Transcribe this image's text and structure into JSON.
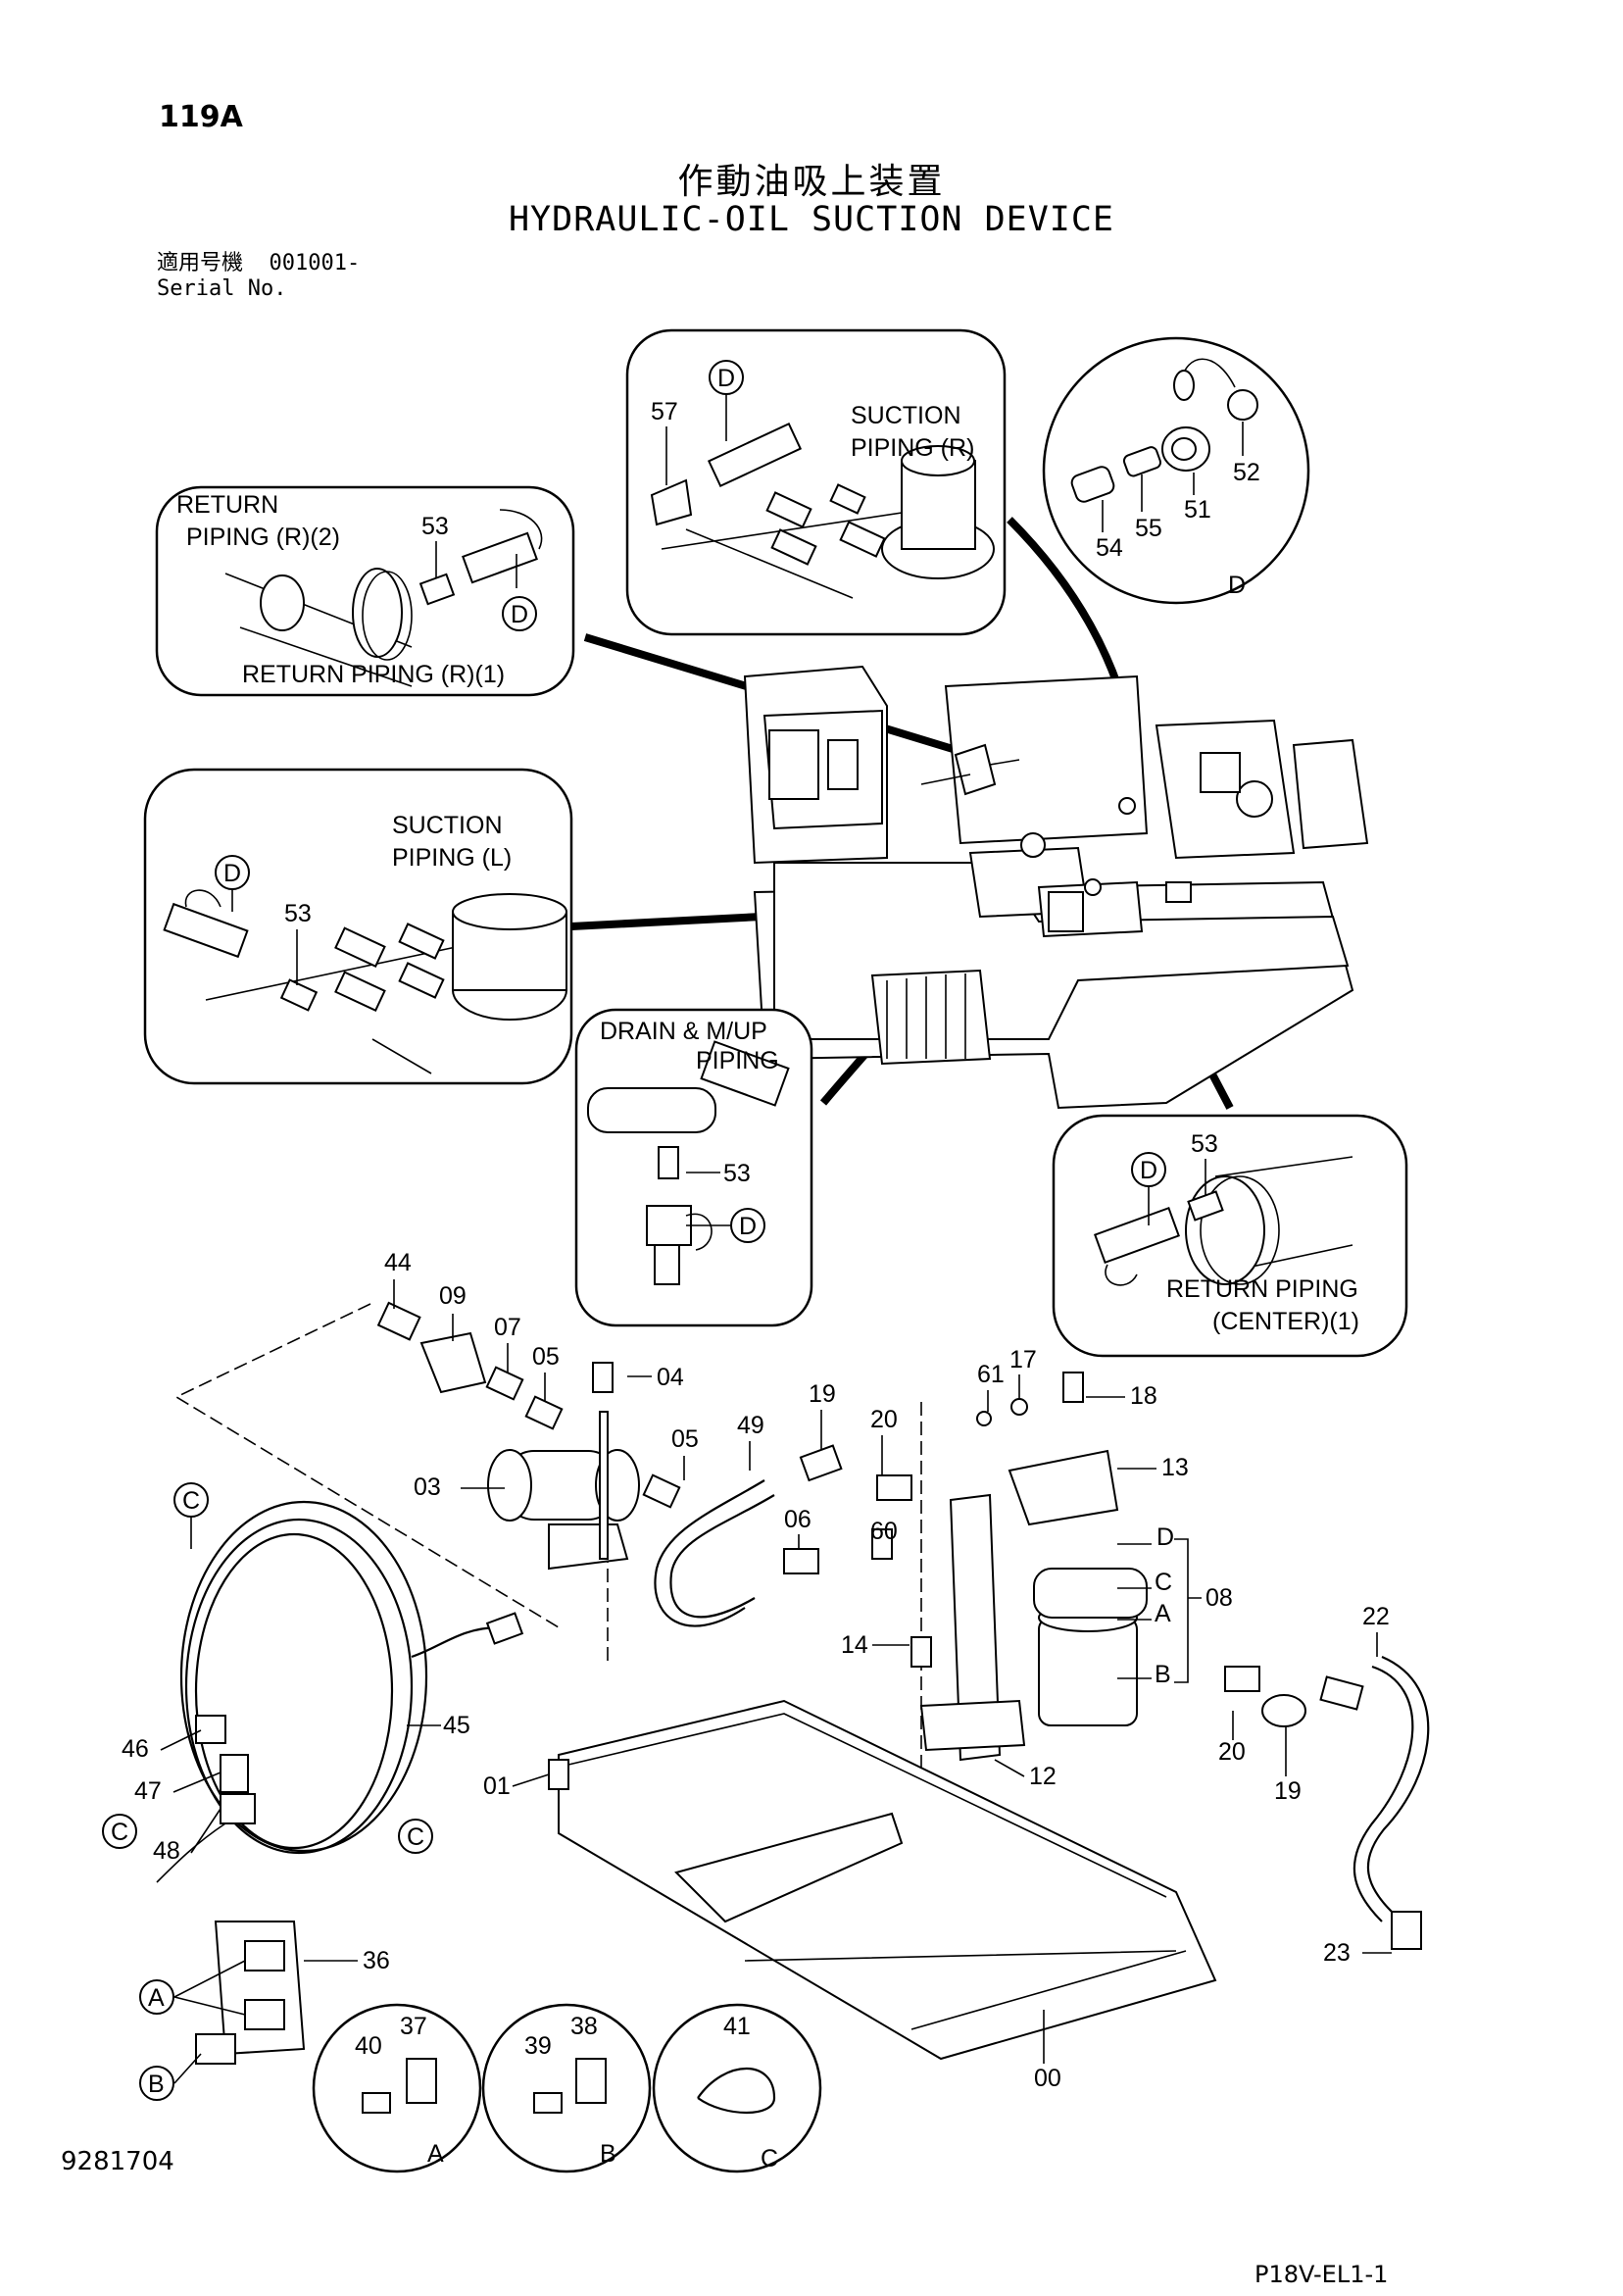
{
  "header": {
    "page_id": "119A",
    "title_jp": "作動油吸上装置",
    "title_en": "HYDRAULIC-OIL SUCTION DEVICE",
    "serial_label_jp": "適用号機",
    "serial_value": "001001-",
    "serial_label_en": "Serial No."
  },
  "details": {
    "return_piping_r2": {
      "title_line1": "RETURN",
      "title_line2": "PIPING (R)(2)",
      "caption": "RETURN PIPING (R)(1)",
      "part": "53",
      "marker": "D"
    },
    "suction_piping_r": {
      "title_line1": "SUCTION",
      "title_line2": "PIPING (R)",
      "part": "57",
      "marker": "D"
    },
    "detail_d": {
      "parts": [
        "52",
        "51",
        "55",
        "54"
      ],
      "marker": "D"
    },
    "suction_piping_l": {
      "title_line1": "SUCTION",
      "title_line2": "PIPING (L)",
      "part": "53",
      "marker": "D"
    },
    "drain_mup": {
      "title_line1": "DRAIN & M/UP",
      "title_line2": "PIPING",
      "part": "53",
      "marker": "D"
    },
    "return_piping_center": {
      "caption_line1": "RETURN PIPING",
      "caption_line2": "(CENTER)(1)",
      "part": "53",
      "marker": "D"
    }
  },
  "parts": {
    "p00": "00",
    "p01": "01",
    "p03": "03",
    "p04": "04",
    "p05a": "05",
    "p05b": "05",
    "p06": "06",
    "p07": "07",
    "p08": "08",
    "p09": "09",
    "p12": "12",
    "p13": "13",
    "p14": "14",
    "p17": "17",
    "p18": "18",
    "p19a": "19",
    "p19b": "19",
    "p20a": "20",
    "p20b": "20",
    "p22": "22",
    "p23": "23",
    "p36": "36",
    "p37": "37",
    "p38": "38",
    "p39": "39",
    "p40": "40",
    "p41": "41",
    "p44": "44",
    "p45": "45",
    "p46": "46",
    "p47": "47",
    "p48": "48",
    "p49": "49",
    "p60": "60",
    "p61": "61"
  },
  "port_labels": {
    "d": "D",
    "c": "C",
    "a": "A",
    "b": "B"
  },
  "markers": {
    "a": "A",
    "b": "B",
    "c": "C",
    "d": "D"
  },
  "footer": {
    "drawing_no": "9281704",
    "sheet_ref": "P18V-EL1-1"
  }
}
